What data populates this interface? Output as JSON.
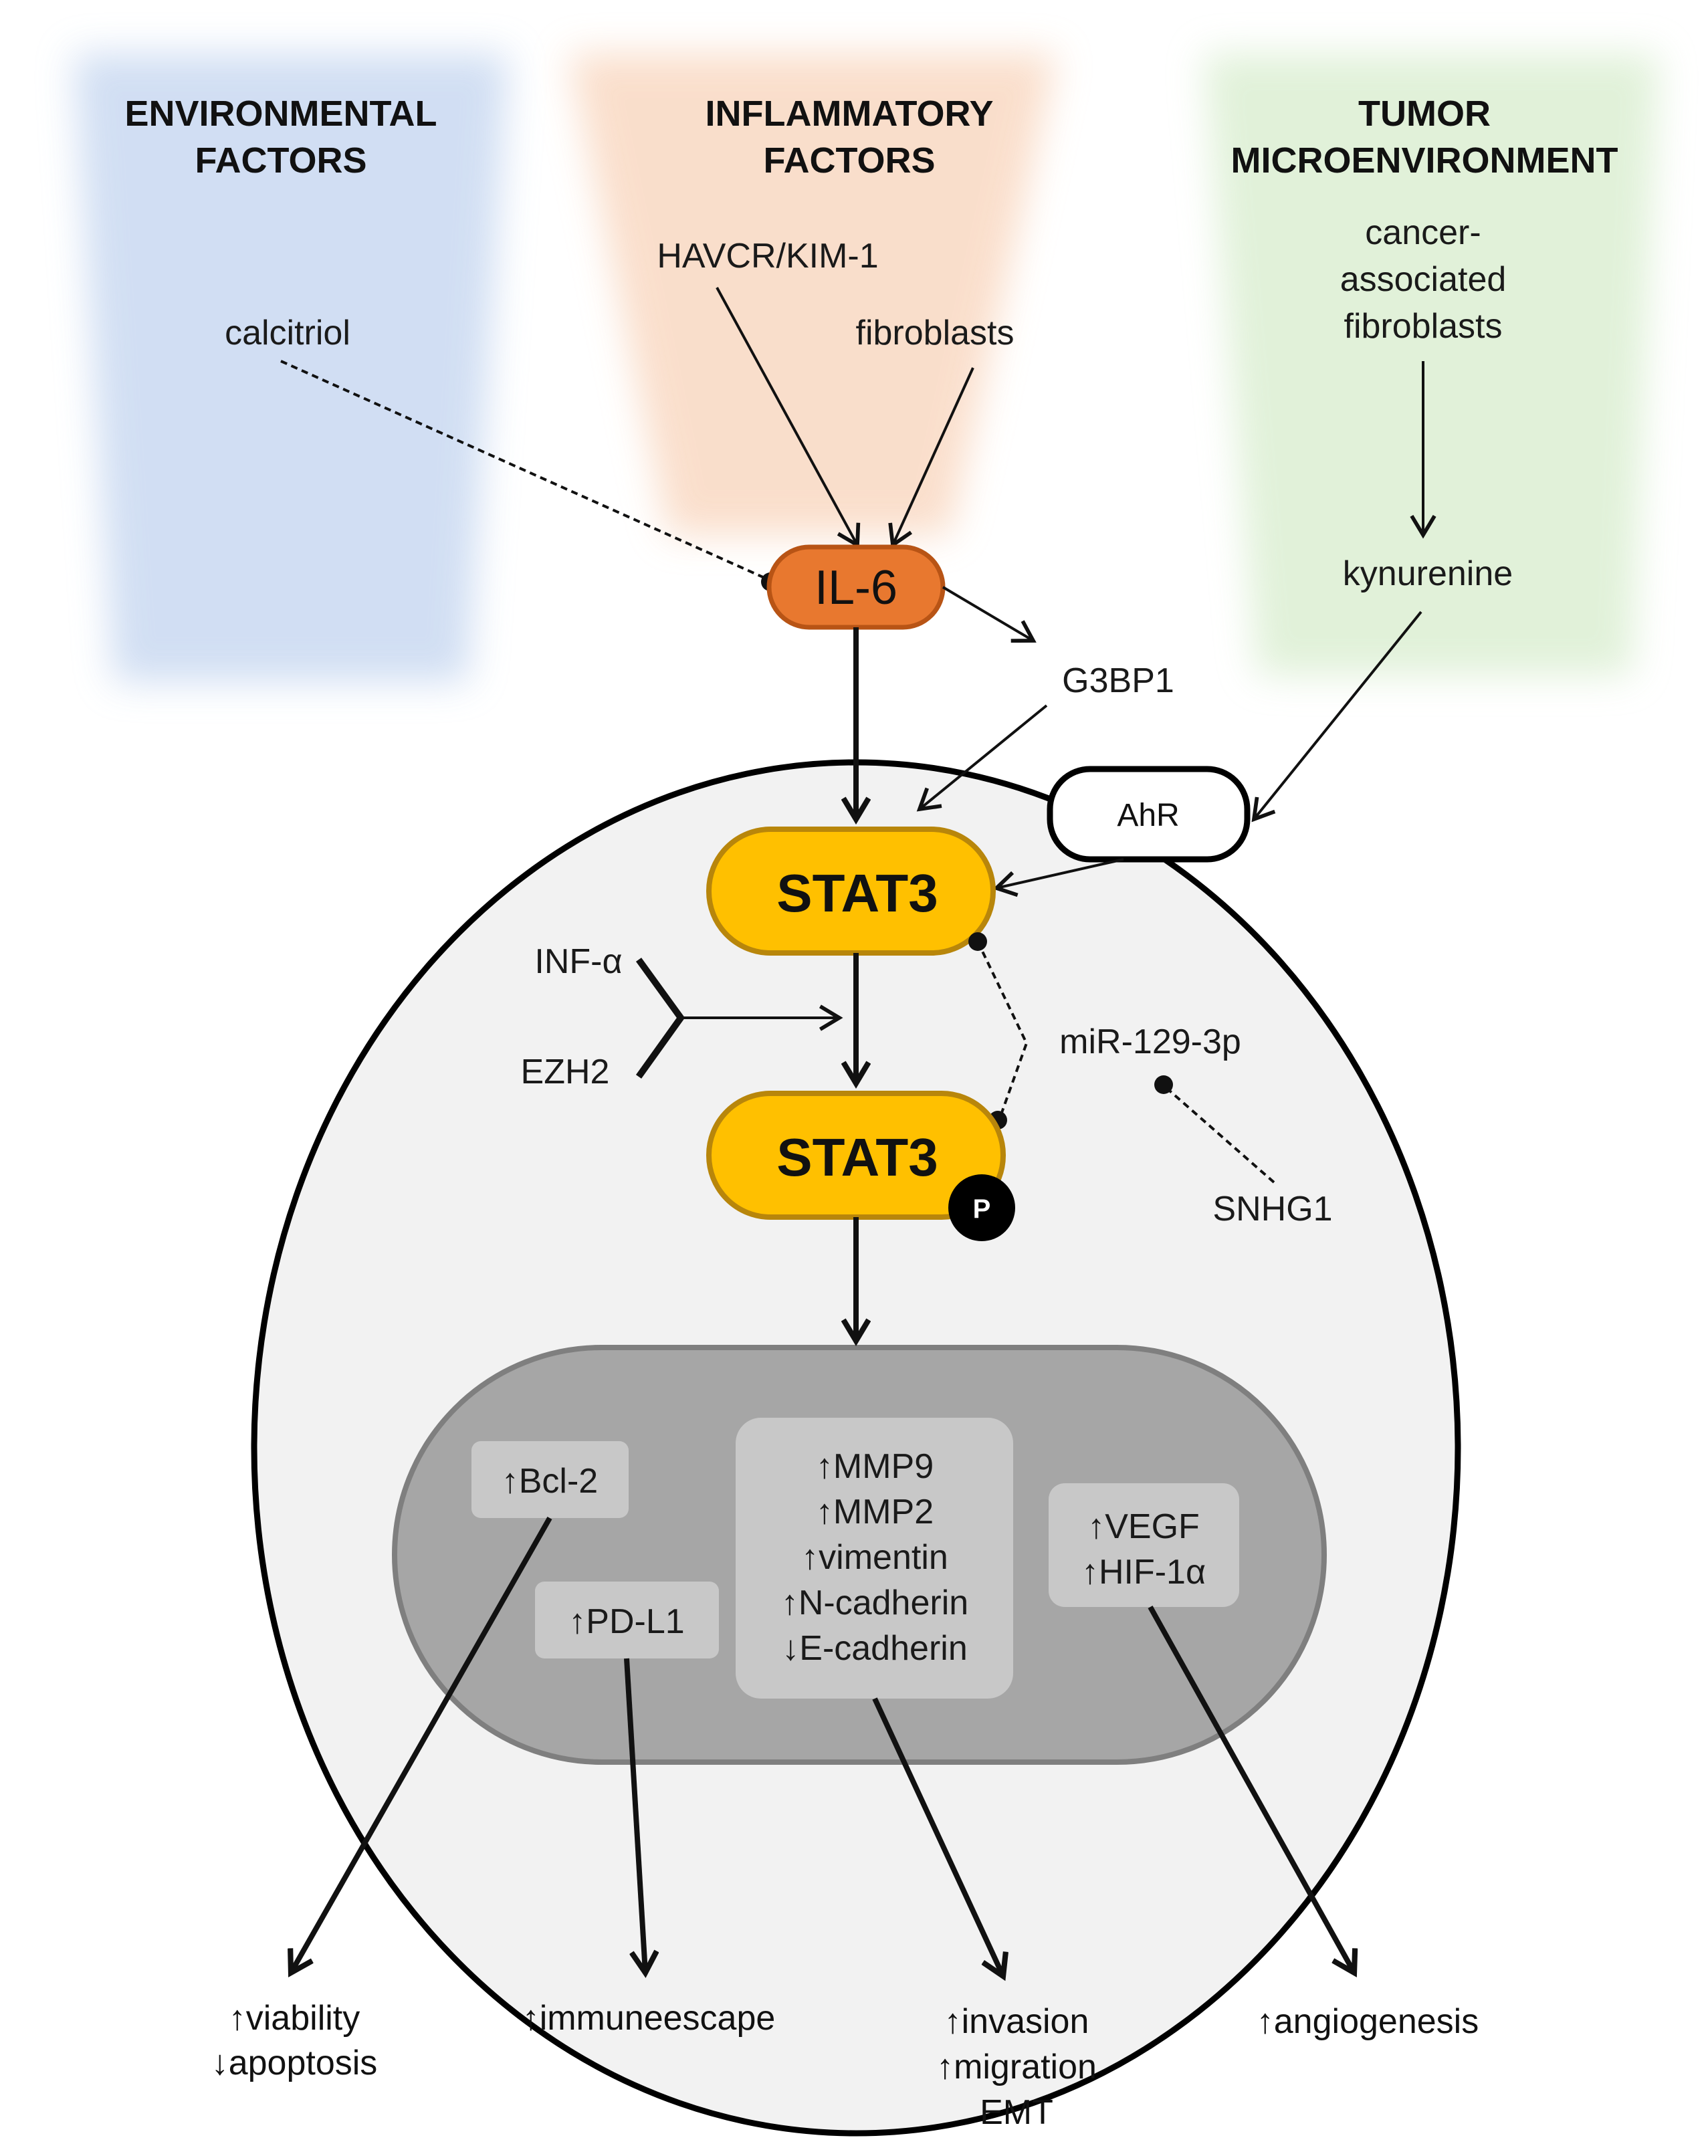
{
  "colors": {
    "environmental_panel": "#c9d9f1",
    "inflammatory_panel": "#f9d9c3",
    "tumor_panel": "#dcefd3",
    "cell": "#f2f2f2",
    "nucleus": "#a6a6a6",
    "nucleus_border": "#7f7f7f",
    "gene_box": "#c8c8c8",
    "il6_fill": "#e8782f",
    "il6_border": "#b85415",
    "stat3_fill": "#ffc000",
    "stat3_border": "#b8860b"
  },
  "headers": {
    "environmental": [
      "ENVIRONMENTAL",
      "FACTORS"
    ],
    "inflammatory": [
      "INFLAMMATORY",
      "FACTORS"
    ],
    "tumor": [
      "TUMOR",
      "MICROENVIRONMENT"
    ]
  },
  "labels": {
    "calcitriol": "calcitriol",
    "havcr": "HAVCR/KIM-1",
    "fibroblasts": "fibroblasts",
    "caf": [
      "cancer-",
      "associated",
      "fibroblasts"
    ],
    "kynurenine": "kynurenine",
    "il6": "IL-6",
    "g3bp1": "G3BP1",
    "ahr": "AhR",
    "stat3": "STAT3",
    "stat3_p": "STAT3",
    "phospho": "P",
    "inf_alpha": "INF-α",
    "ezh2": "EZH2",
    "mir": "miR-129-3p",
    "snhg1": "SNHG1"
  },
  "genes": {
    "bcl2": "↑Bcl-2",
    "pdl1": "↑PD-L1",
    "emt_group": [
      "↑MMP9",
      "↑MMP2",
      "↑vimentin",
      "↑N-cadherin",
      "↓E-cadherin"
    ],
    "angio_group": [
      "↑VEGF",
      "↑HIF-1α"
    ]
  },
  "outcomes": {
    "viability": [
      "↑viability",
      "↓apoptosis"
    ],
    "immune": [
      "↑immuneescape"
    ],
    "invasion": [
      "↑invasion",
      "↑migration",
      "EMT"
    ],
    "angiogenesis": [
      "↑angiogenesis"
    ]
  }
}
